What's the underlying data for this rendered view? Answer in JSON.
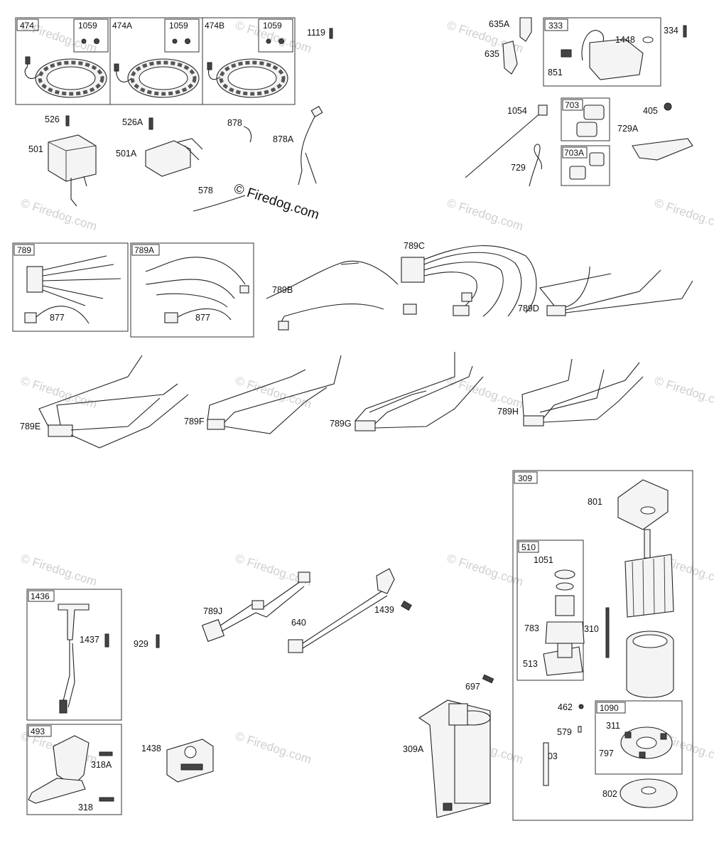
{
  "watermark": {
    "text": "© Firedog.com",
    "main_text": "© Firedog.com"
  },
  "parts": {
    "p474": "474",
    "p474A": "474A",
    "p474B": "474B",
    "p1059a": "1059",
    "p1059b": "1059",
    "p1059c": "1059",
    "p1119": "1119",
    "p635A": "635A",
    "p635": "635",
    "p333": "333",
    "p1448": "1448",
    "p334": "334",
    "p851": "851",
    "p526": "526",
    "p526A": "526A",
    "p501": "501",
    "p501A": "501A",
    "p878": "878",
    "p878A": "878A",
    "p578": "578",
    "p1054": "1054",
    "p703": "703",
    "p703A": "703A",
    "p405": "405",
    "p729A": "729A",
    "p729": "729",
    "p789": "789",
    "p877a": "877",
    "p789A": "789A",
    "p877b": "877",
    "p789B": "789B",
    "p789C": "789C",
    "p789D": "789D",
    "p789E": "789E",
    "p789F": "789F",
    "p789G": "789G",
    "p789H": "789H",
    "p309": "309",
    "p801": "801",
    "p510": "510",
    "p1051": "1051",
    "p783": "783",
    "p310": "310",
    "p513": "513",
    "p1436": "1436",
    "p1437": "1437",
    "p929": "929",
    "p789J": "789J",
    "p640": "640",
    "p1439": "1439",
    "p697": "697",
    "p309A": "309A",
    "p462": "462",
    "p1090": "1090",
    "p311": "311",
    "p579": "579",
    "p797": "797",
    "p503": "503",
    "p802": "802",
    "p493": "493",
    "p318A": "318A",
    "p318": "318",
    "p1438": "1438"
  }
}
